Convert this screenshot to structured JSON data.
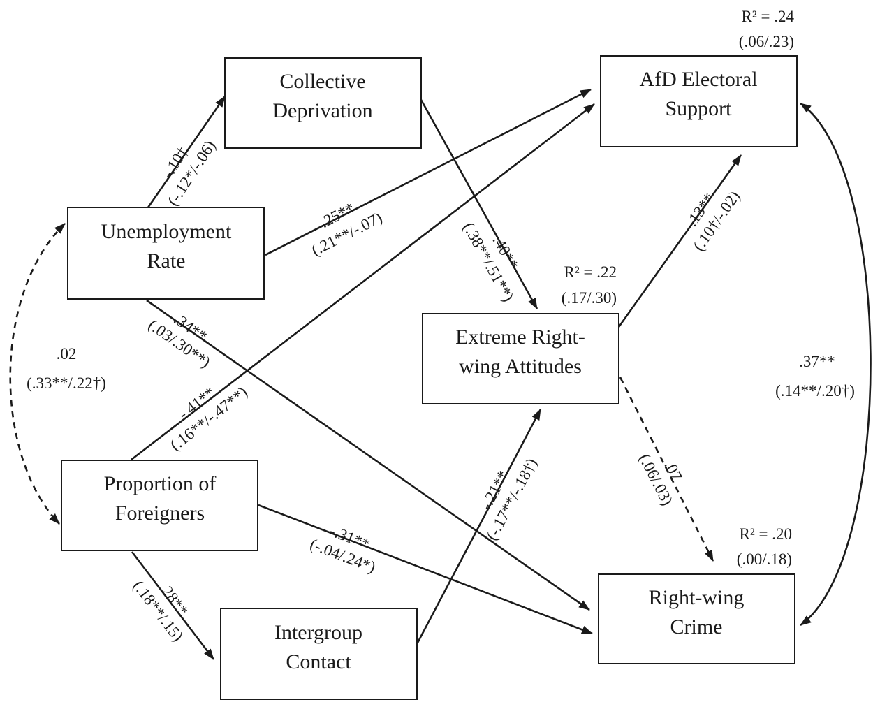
{
  "nodes": {
    "collective_deprivation": [
      "Collective",
      "Deprivation"
    ],
    "afd_support": [
      "AfD Electoral",
      "Support"
    ],
    "unemployment_rate": [
      "Unemployment",
      "Rate"
    ],
    "extreme_attitudes": [
      "Extreme Right-",
      "wing Attitudes"
    ],
    "proportion_foreigners": [
      "Proportion of",
      "Foreigners"
    ],
    "intergroup_contact": [
      "Intergroup",
      "Contact"
    ],
    "rightwing_crime": [
      "Right-wing",
      "Crime"
    ]
  },
  "r_squared": {
    "afd_support": {
      "main": "R² = .24",
      "sub": "(.06/.23)"
    },
    "extreme_attitudes": {
      "main": "R² = .22",
      "sub": "(.17/.30)"
    },
    "rightwing_crime": {
      "main": "R² = .20",
      "sub": "(.00/.18)"
    }
  },
  "paths": {
    "unemp_to_deprivation": {
      "coef": "-.10†",
      "sub": "(-.12*/-.06)"
    },
    "unemp_to_afd": {
      "coef": ".25**",
      "sub": "(.21**/-.07)"
    },
    "deprivation_to_attitudes": {
      "coef": ".40**",
      "sub": "(.38**/.51**)"
    },
    "attitudes_to_afd": {
      "coef": ".13**",
      "sub": "(.10†/-.02)"
    },
    "unemp_to_crime": {
      "coef": ".34**",
      "sub": "(.03/.30**)"
    },
    "foreigners_to_afd": {
      "coef": "-.41**",
      "sub": "(.16**/-.47**)"
    },
    "unemp_foreigners_cov": {
      "coef": ".02",
      "sub": "(.33**/.22†)"
    },
    "afd_crime_cov": {
      "coef": ".37**",
      "sub": "(.14**/.20†)"
    },
    "attitudes_to_crime": {
      "coef": ".07",
      "sub": "(.06/.03)"
    },
    "contact_to_attitudes": {
      "coef": "-.21**",
      "sub": "(-.17**/-.18†)"
    },
    "foreigners_to_crime": {
      "coef": "-.31**",
      "sub": "(-.04/.24*)"
    },
    "foreigners_to_contact": {
      "coef": ".28**",
      "sub": "(.18**/.15)"
    }
  }
}
